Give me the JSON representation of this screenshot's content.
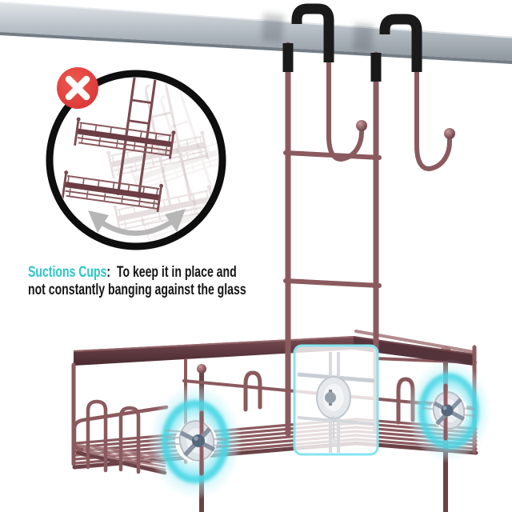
{
  "caption": {
    "highlight": "Suctions Cups",
    "separator": ":",
    "line1_rest": "  To keep it in place and",
    "line2": "not constantly banging against the glass"
  },
  "icons": {
    "x_badge": "cross-mark",
    "swing_arrow": "curved-double-headed-arrow",
    "suction_highlight": "concentric-cyan-glow"
  },
  "colors": {
    "accent_teal": "#31c5c7",
    "warning_red": "#e23c3c",
    "bronze": "#8a5a5f",
    "bronze_light": "#a97f82",
    "bronze_dark": "#6b4247",
    "band_dark": "#55333a",
    "sleeve_black": "#1a1a1a",
    "glow_cyan": "#46d6e5",
    "arrow_gray": "#b6b6b6",
    "ring_black": "#0e0e0e",
    "text_black": "#151515"
  }
}
